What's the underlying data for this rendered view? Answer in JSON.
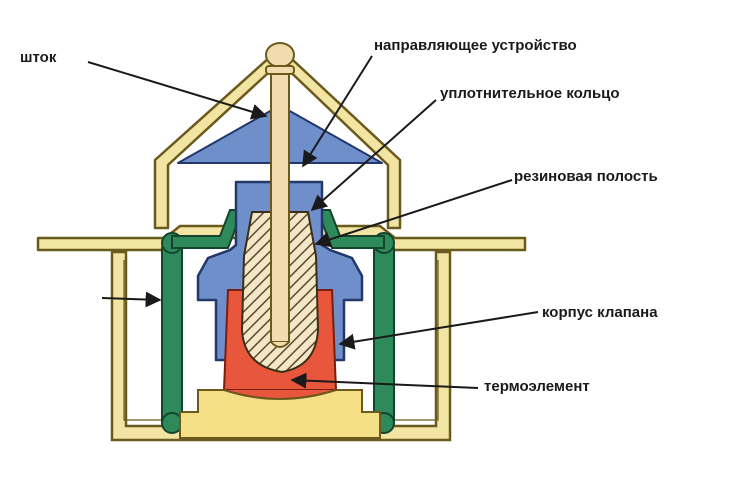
{
  "labels": {
    "shtok": "шток",
    "guide": "направляющее устройство",
    "seal_ring": "уплотнительное кольцо",
    "rubber_cavity": "резиновая полость",
    "valve_body": "корпус клапана",
    "thermo_element": "термоэлемент"
  },
  "colors": {
    "frame_yellow": "#f2e4a2",
    "frame_stroke": "#6b5a1c",
    "spring_green": "#2f8a5b",
    "valve_blue": "#6f8fcb",
    "rod_tan": "#f0dcae",
    "wax_red": "#e8573c",
    "base_yellow": "#f5e088"
  }
}
